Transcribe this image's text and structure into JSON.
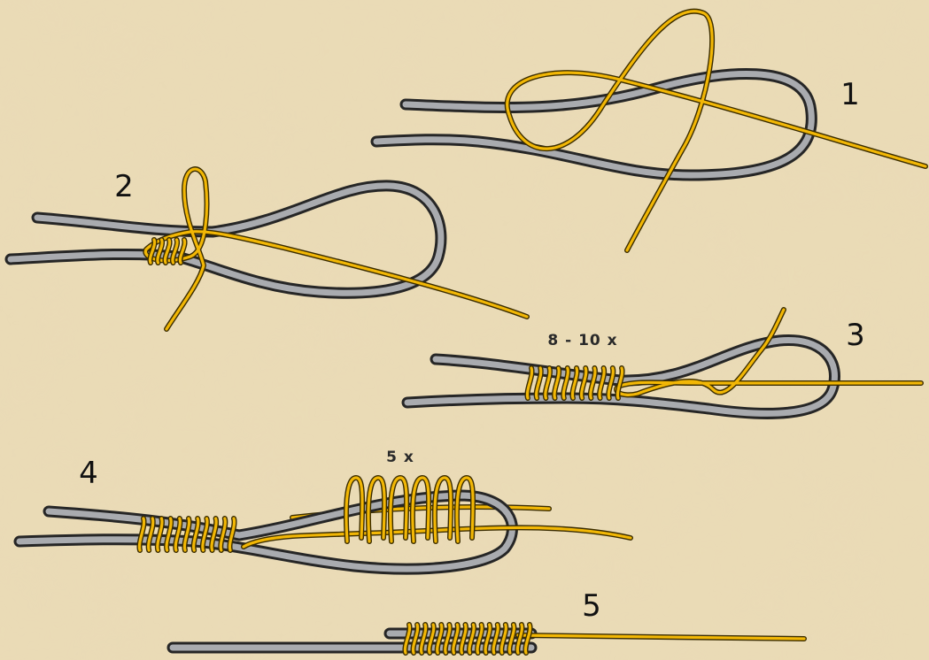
{
  "steps": [
    {
      "number": "1"
    },
    {
      "number": "2"
    },
    {
      "number": "3",
      "wraps_label": "8 - 10 x"
    },
    {
      "number": "4",
      "wraps_label": "5 x"
    },
    {
      "number": "5"
    }
  ],
  "colors": {
    "background": "#eadbb6",
    "main_line_fill": "#a9abaf",
    "main_line_outline": "#262626",
    "tag_line_fill": "#f2b705",
    "tag_line_outline": "#3a2c00"
  }
}
